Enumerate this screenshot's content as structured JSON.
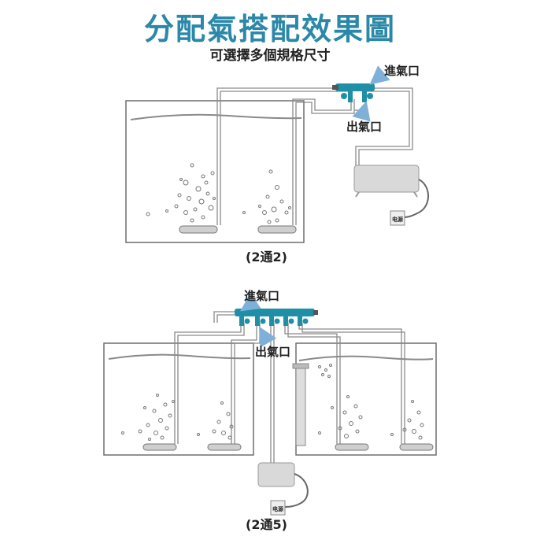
{
  "title": "分配氣搭配效果圖",
  "subtitle": "可選擇多個規格尺寸",
  "colors": {
    "title": "#2b88a8",
    "valve": "#1f8fa8",
    "pipe": "#7d7d7d",
    "tank": "#6e6e6e",
    "arrow": "#7fb0d8",
    "pump": "#d9d9d9"
  },
  "diagram_top": {
    "inlet_label": "進氣口",
    "outlet_label": "出氣口",
    "caption": "(2通2)",
    "socket_label": "电源"
  },
  "diagram_bottom": {
    "inlet_label": "進氣口",
    "outlet_label": "出氣口",
    "caption": "(2通5)",
    "socket_label": "电源"
  }
}
